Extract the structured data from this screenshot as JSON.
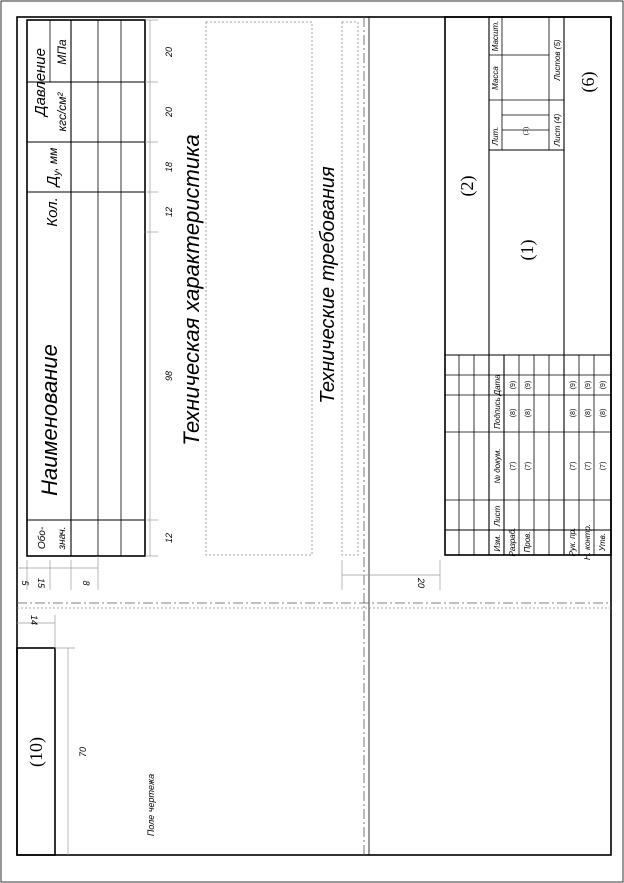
{
  "spec_table": {
    "col_name": "Наименование",
    "col_designation": "Обо-\nзнач.",
    "col_qty": "Кол.",
    "col_du_prefix": "Д",
    "col_du_sub": "у",
    "col_du_unit": ", мм",
    "col_pressure": "Давление",
    "col_pressure_unit1": "кгс/см²",
    "col_pressure_unit2": "МПа",
    "dims": [
      "12",
      "98",
      "12",
      "18",
      "20",
      "20"
    ],
    "dim_left": [
      "5",
      "15",
      "8"
    ]
  },
  "sections": {
    "tech_characteristics": "Техническая характеристика",
    "tech_requirements": "Технические требования",
    "drawing_field": "Поле чертежа",
    "dim_20": "20",
    "dim_14": "14",
    "dim_70": "70"
  },
  "title_block": {
    "field_1": "(1)",
    "field_2": "(2)",
    "field_3": "(3)",
    "field_4": "Лист (4)",
    "field_5": "Листов (5)",
    "field_6": "(6)",
    "field_10": "(10)",
    "lit": "Лит.",
    "mass": "Масса",
    "scale": "Масшт.",
    "izm": "Изм.",
    "list": "Лист",
    "doc_no": "№ докум.",
    "signature": "Подпись",
    "date": "Дата",
    "roles": [
      "Разраб.",
      "Пров.",
      "",
      "Рук. пр.",
      "Н. контр.",
      "Утв."
    ],
    "ref7": "(7)",
    "ref8": "(8)",
    "ref9": "(9)"
  }
}
